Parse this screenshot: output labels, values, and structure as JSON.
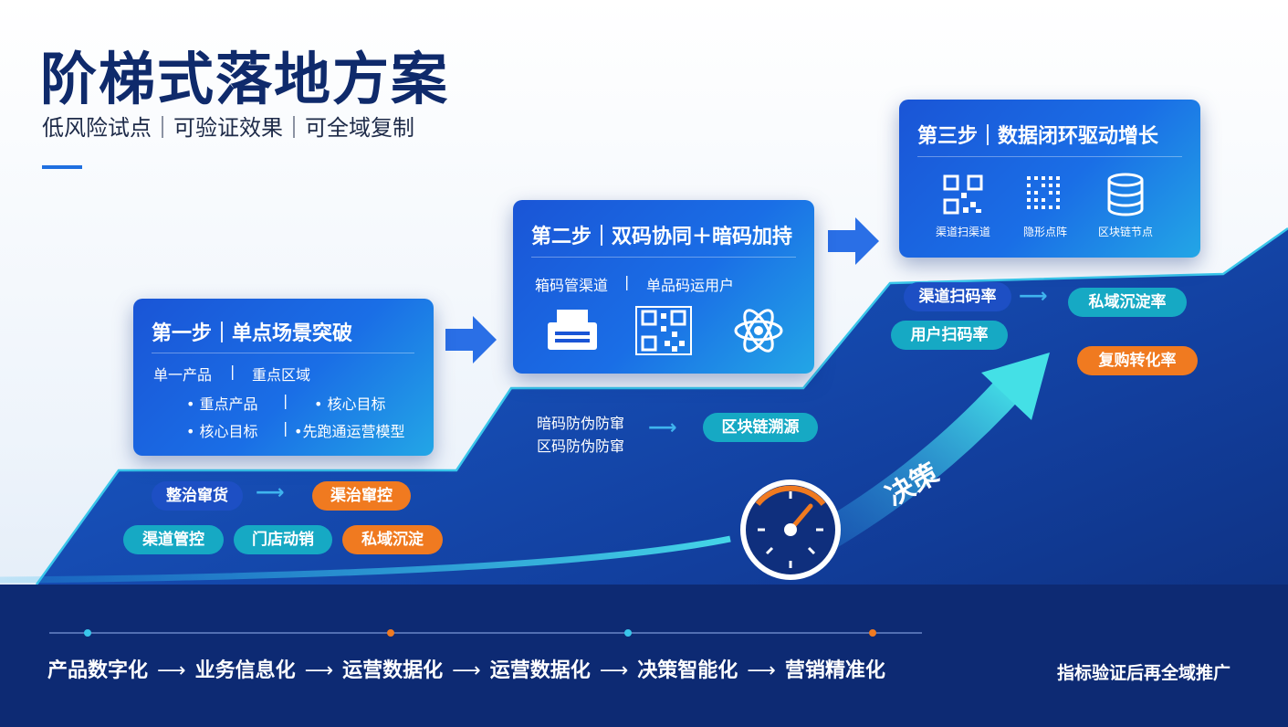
{
  "header": {
    "title": "阶梯式落地方案",
    "subtitle": "低风险试点｜可验证效果｜可全域复制"
  },
  "step1": {
    "title": "第一步｜单点场景突破",
    "row1_left": "单一产品",
    "row1_right": "重点区域",
    "items": [
      "• 重点产品",
      "• 核心目标",
      "• 核心目标",
      "•先跑通运营模型"
    ],
    "pills_row1": [
      "整治窜货",
      "渠治窜控"
    ],
    "pills_row2": [
      "渠道管控",
      "门店动销",
      "私域沉淀"
    ]
  },
  "step2": {
    "title": "第二步｜双码协同＋暗码加持",
    "row1_left": "箱码管渠道",
    "row1_right": "单品码运用户",
    "icons": [
      "printer-icon",
      "qr-code-icon",
      "atom-icon"
    ],
    "below_line1": "暗码防伪防窜",
    "below_line2": "区码防伪防窜",
    "below_pill": "区块链溯源"
  },
  "step3": {
    "title": "第三步｜数据闭环驱动增长",
    "icon_labels": [
      "渠道扫渠道",
      "隐形点阵",
      "区块链节点"
    ],
    "icons": [
      "qr-code-icon",
      "dot-matrix-icon",
      "database-icon"
    ],
    "pill_channel": "渠道扫码率",
    "pill_user": "用户扫码率",
    "pill_private": "私域沉淀率",
    "pill_repurchase": "复购转化率"
  },
  "decision_label": "决策",
  "bottom": {
    "flow": [
      "产品数字化",
      "业务信息化",
      "运营数据化",
      "运营数据化",
      "决策智能化",
      "营销精准化"
    ],
    "flow_sep": "⟶",
    "right_text": "指标验证后再全域推广"
  },
  "colors": {
    "navy": "#0f2a6b",
    "card_blue": "#1a55d6",
    "teal": "#16a9c4",
    "orange": "#f07a20"
  }
}
